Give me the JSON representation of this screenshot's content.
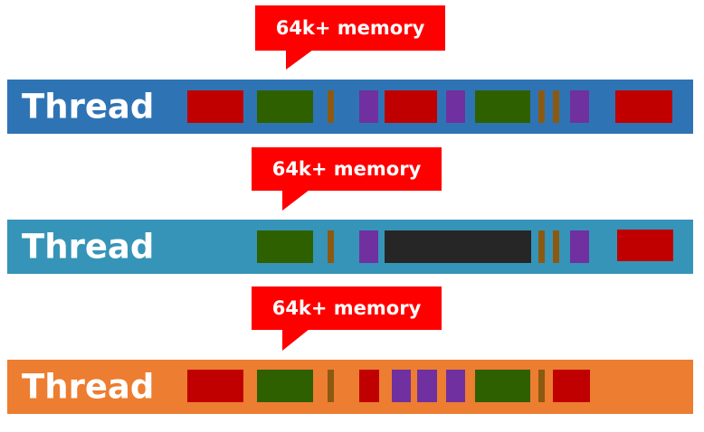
{
  "colors": {
    "callout": "#ff0000",
    "red": "#c00000",
    "green": "#2e6000",
    "brown": "#8b5a10",
    "purple": "#7030a0",
    "dark": "#262626"
  },
  "rows": [
    {
      "callout": "64k+ memory",
      "label": "Thread",
      "bar_color": "#2e74b5",
      "blocks": [
        "red",
        "green",
        "brown",
        "purple",
        "red",
        "purple",
        "green",
        "brown",
        "brown",
        "purple",
        "red"
      ]
    },
    {
      "callout": "64k+ memory",
      "label": "Thread",
      "bar_color": "#3694b8",
      "blocks": [
        "green",
        "brown",
        "purple",
        "dark",
        "brown",
        "brown",
        "purple",
        "red"
      ]
    },
    {
      "callout": "64k+ memory",
      "label": "Thread",
      "bar_color": "#ed7d31",
      "blocks": [
        "red",
        "green",
        "brown",
        "red",
        "purple",
        "purple",
        "purple",
        "green",
        "brown",
        "red"
      ]
    }
  ]
}
